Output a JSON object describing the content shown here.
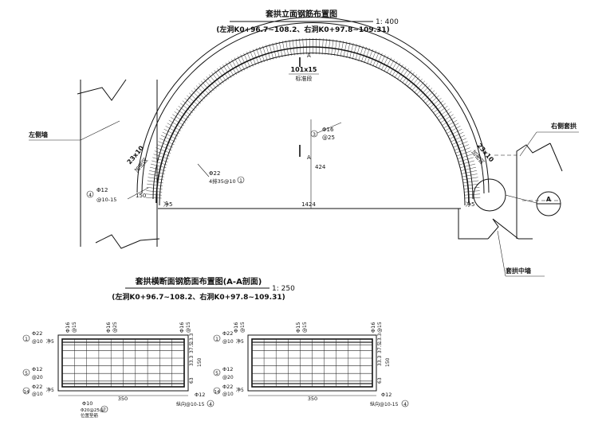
{
  "elevation": {
    "title": "套拱立面钢筋布置图",
    "scale": "1: 400",
    "subtitle": "(左洞K0+96.7~108.2、右洞K0+97.8~109.31)",
    "section_mark": "A",
    "standard_count": "101x15",
    "standard_label": "标准段",
    "left_dense_count": "23x10",
    "left_dense_label": "加密区",
    "right_dense_count": "23x10",
    "right_dense_label": "加密区",
    "label_left_wall": "左侧墙",
    "label_right_arch": "右侧套拱",
    "label_mid_wall": "套拱中墙",
    "dim_width": "1424",
    "dim_height": "424",
    "dim_150": "150",
    "left_rebar_dia": "Φ12",
    "left_rebar_spec": "@10-15",
    "rebar16_dia": "Φ16",
    "rebar16_spec": "@25",
    "rebar22_dia": "Φ22",
    "rebar22_spec": "4排35@10",
    "net5": "净5",
    "marker_1": "1",
    "marker_3": "3",
    "marker_4": "4"
  },
  "section": {
    "title": "套拱横断面钢筋面布置图(A-A剖面)",
    "scale": "1: 250",
    "subtitle": "(左洞K0+96.7~108.2、右洞K0+97.8~109.31)",
    "left_panel": {
      "top_left_dia": "Φ16",
      "top_left_spec": "@15",
      "top_mid_dia": "Φ16",
      "top_mid_spec": "@25",
      "top_right_dia": "Φ16",
      "top_right_spec": "@15",
      "r1_dia": "Φ22",
      "r1_spec": "@10",
      "r1_net": "净5",
      "r5_dia": "Φ12",
      "r5_spec": "@20",
      "r14_dia": "Φ22",
      "r14_spec": "@10",
      "r14_net": "净5",
      "dim_width": "350",
      "dim_v1": "33.3",
      "dim_v2": "37.5",
      "dim_v3": "13.3",
      "dim_total": "150",
      "dim_63": "63",
      "bottom_right_dia": "Φ12",
      "bottom_right_spec": "纵向@10-15",
      "bottom_left_dia": "Φ10",
      "bottom_left_note1": "Φ20@25@",
      "bottom_left_note2": "位置垫筋",
      "marker_1": "1",
      "marker_5": "5",
      "marker_14": "14",
      "marker_4": "4",
      "marker_7": "7"
    },
    "right_panel": {
      "top_left_dia": "Φ16",
      "top_left_spec": "@15",
      "top_mid_dia": "Φ15",
      "top_mid_spec": "@15",
      "top_right_dia": "Φ16",
      "top_right_spec": "@15",
      "r1_dia": "Φ22",
      "r1_spec": "@10",
      "r1_net": "净5",
      "r5_dia": "Φ12",
      "r5_spec": "@20",
      "r14_dia": "Φ22",
      "r14_spec": "@10",
      "r14_net": "净5",
      "dim_width": "350",
      "dim_v1": "33.3",
      "dim_v2": "37.5",
      "dim_v3": "13.3",
      "dim_total": "150",
      "dim_63": "63",
      "bottom_right_dia": "Φ12",
      "bottom_right_spec": "纵向@10-15",
      "marker_1": "1",
      "marker_5": "5",
      "marker_14": "14",
      "marker_4": "4"
    }
  }
}
